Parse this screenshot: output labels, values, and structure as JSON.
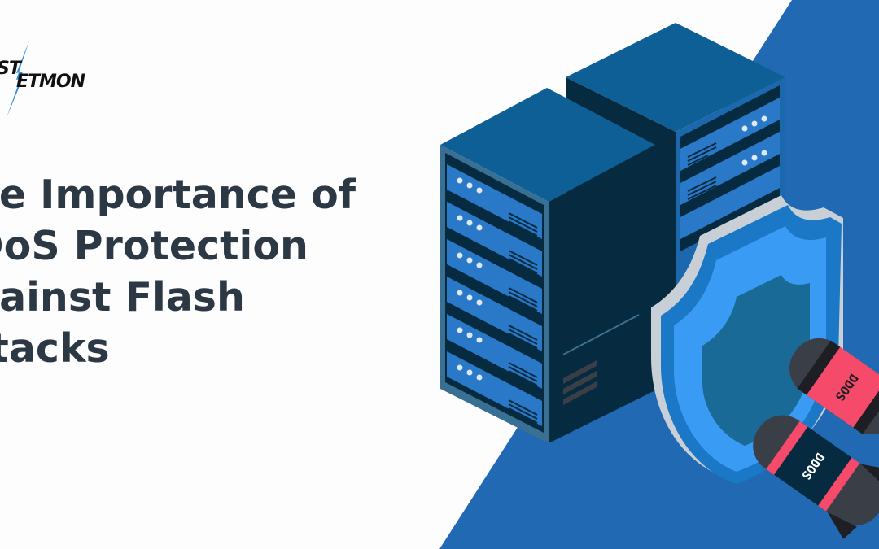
{
  "brand": {
    "logo_left": "ST",
    "logo_right": "ETMON",
    "logo_accent_color": "#2f8de4"
  },
  "headline": {
    "lines": [
      "he Importance of",
      "DoS Protection",
      "gainst Flash",
      "ttacks"
    ],
    "color": "#2c3844"
  },
  "illustration": {
    "rocket_labels": [
      "DDOS",
      "DDOS"
    ],
    "colors": {
      "background_polygon": "#2169b3",
      "rack_top": "#0e5f96",
      "rack_side": "#062b40",
      "rack_front": "#2a78c8",
      "shield_light": "#3a9bf5",
      "shield_inner": "#1a6a97",
      "rocket_pink": "#f54a6a",
      "rocket_body": "#3a3f47"
    }
  }
}
